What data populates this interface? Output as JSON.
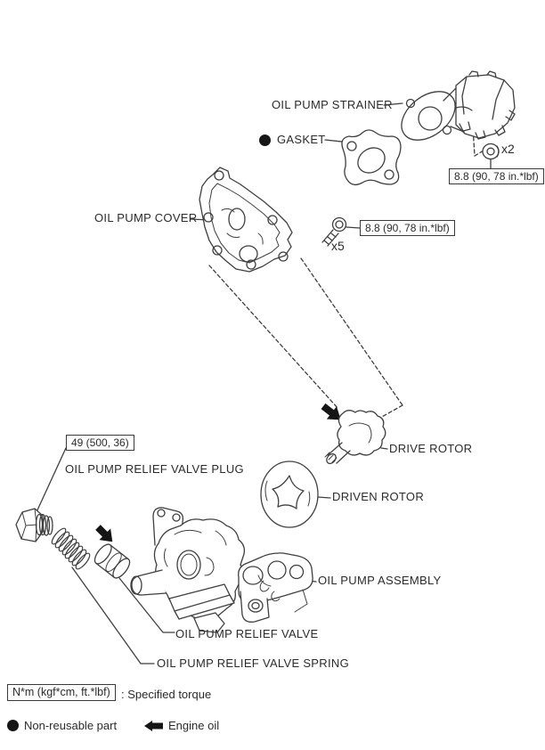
{
  "page": {
    "background": "#ffffff",
    "line_color": "#3f3f3f",
    "text_color": "#2b2b2b",
    "solid_arrow_color": "#151515"
  },
  "parts": {
    "strainer": {
      "label": "OIL PUMP STRAINER"
    },
    "gasket": {
      "label": "GASKET",
      "non_reusable": true
    },
    "cover": {
      "label": "OIL PUMP COVER"
    },
    "cover_bolt": {
      "qty": "x5",
      "torque": "8.8 (90, 78 in.*lbf)"
    },
    "strainer_nut": {
      "qty": "x2",
      "torque": "8.8 (90, 78 in.*lbf)"
    },
    "drive_rotor": {
      "label": "DRIVE ROTOR"
    },
    "driven_rotor": {
      "label": "DRIVEN ROTOR"
    },
    "assembly": {
      "label": "OIL PUMP ASSEMBLY"
    },
    "relief_valve": {
      "label": "OIL PUMP RELIEF VALVE"
    },
    "relief_valve_spring": {
      "label": "OIL PUMP RELIEF VALVE SPRING"
    },
    "relief_valve_plug": {
      "label": "OIL PUMP RELIEF VALVE PLUG",
      "torque": "49 (500, 36)"
    }
  },
  "legend": {
    "torque_box": "N*m (kgf*cm, ft.*lbf)",
    "torque_label": ": Specified torque",
    "non_reusable_label": "Non-reusable part",
    "engine_oil_label": "Engine oil"
  }
}
